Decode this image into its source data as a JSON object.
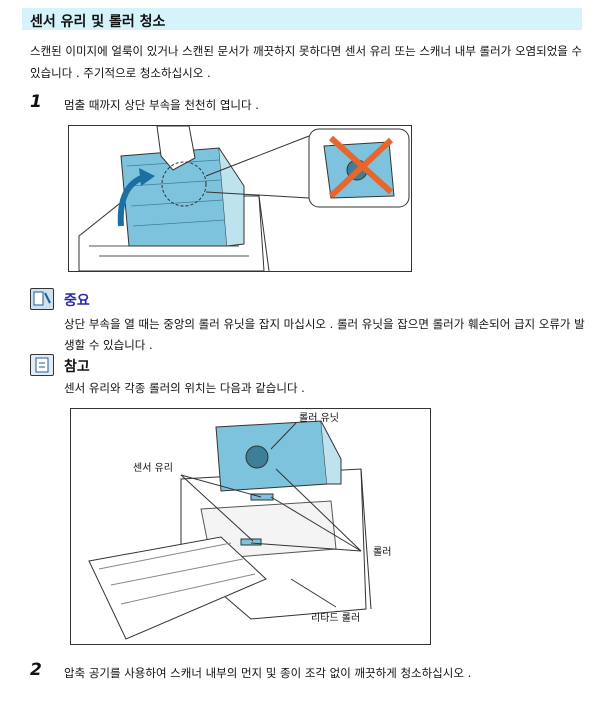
{
  "title": "센서 유리 및 롤러 청소",
  "intro": "스캔된 이미지에 얼룩이 있거나 스캔된 문서가 깨끗하지 못하다면 센서 유리 또는 스캐너 내부 롤러가 오염되었을 수 있습니다 . 주기적으로 청소하십시오 .",
  "step1": {
    "number": "1",
    "text": "멈출 때까지 상단 부속을 천천히 엽니다 ."
  },
  "important": {
    "title": "중요",
    "body": "상단 부속을 열 때는 중앙의 롤러 유닛을 잡지 마십시오 . 롤러 유닛을 잡으면 롤러가 훼손되어 급지 오류가 발생할 수 있습니다 ."
  },
  "note": {
    "title": "참고",
    "body": "센서 유리와 각종 롤러의 위치는 다음과 같습니다 ."
  },
  "figure2_labels": {
    "roller_unit": "롤러 유닛",
    "sensor_glass": "센서 유리",
    "roller": "롤러",
    "retard_roller": "리타드 롤러"
  },
  "step2": {
    "number": "2",
    "text": "압축 공기를 사용하여 스캐너 내부의 먼지 및 종이 조각 없이 깨끗하게 청소하십시오 ."
  },
  "colors": {
    "title_bg": "#d6f3fb",
    "scanner_blue": "#7ec3dd",
    "cross_orange": "#e8652b"
  },
  "icons": {
    "important": "book-pencil-icon",
    "note": "clipboard-note-icon"
  }
}
